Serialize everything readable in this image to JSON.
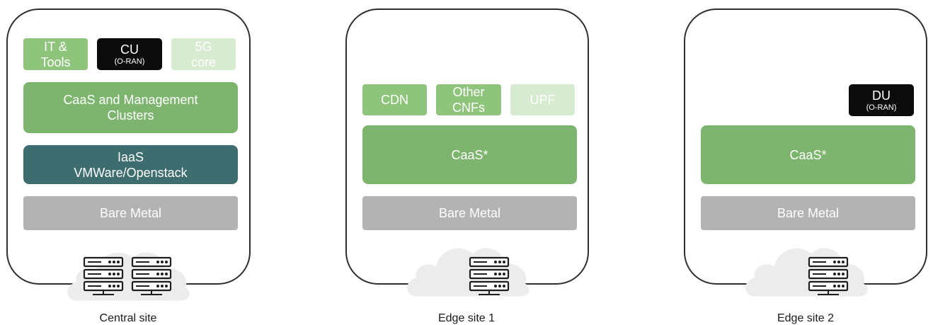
{
  "colors": {
    "frame": "#2e2e2e",
    "light_green": "#8fc47c",
    "pale_green": "#d6ebd0",
    "medium_green": "#7db56f",
    "teal": "#3e6d70",
    "gray": "#b3b3b3",
    "black": "#0c0c0c",
    "cloud": "#ececec"
  },
  "icons": [
    "cloud-icon",
    "server-rack-icon"
  ],
  "central": {
    "apps": [
      {
        "label": "IT &\nTools"
      },
      {
        "label": "CU",
        "sub": "(O-RAN)"
      },
      {
        "label": "5G\ncore"
      }
    ],
    "caas_mgmt": "CaaS and Management\nClusters",
    "iaas": "IaaS\nVMWare/Openstack",
    "bare_metal": "Bare Metal",
    "label": "Central site"
  },
  "edge1": {
    "apps": [
      {
        "label": "CDN"
      },
      {
        "label": "Other\nCNFs"
      },
      {
        "label": "UPF"
      }
    ],
    "caas": "CaaS*",
    "bare_metal": "Bare Metal",
    "label": "Edge site 1"
  },
  "edge2": {
    "du": {
      "label": "DU",
      "sub": "(O-RAN)"
    },
    "caas": "CaaS*",
    "bare_metal": "Bare Metal",
    "label": "Edge site 2"
  }
}
